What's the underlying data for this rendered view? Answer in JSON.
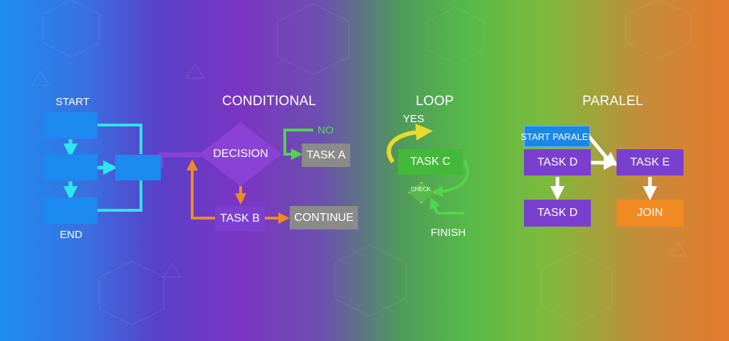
{
  "sections": {
    "sequential": {
      "start_label": "START",
      "end_label": "END"
    },
    "conditional": {
      "title": "CONDITIONAL",
      "decision": "DECISION",
      "no_label": "NO",
      "task_a": "TASK A",
      "task_b": "TASK B",
      "continue": "CONTINUE"
    },
    "loop": {
      "title": "LOOP",
      "yes_label": "YES",
      "task_c": "TASK C",
      "check": "CHECK",
      "finish": "FINISH"
    },
    "parallel": {
      "title": "PARALEL",
      "start_parallel": "START PARALEL",
      "task_d_top": "TASK D",
      "task_d_bottom": "TASK D",
      "task_e": "TASK E",
      "join": "JOIN"
    }
  },
  "colors": {
    "sequence_arrow": "#2ee6f0",
    "conditional_arrow": "#f08a22",
    "no_arrow": "#4fd64a",
    "loop_arrow": "#e8d92a",
    "loop_return": "#4fd64a",
    "parallel_arrow": "#ffffff"
  }
}
